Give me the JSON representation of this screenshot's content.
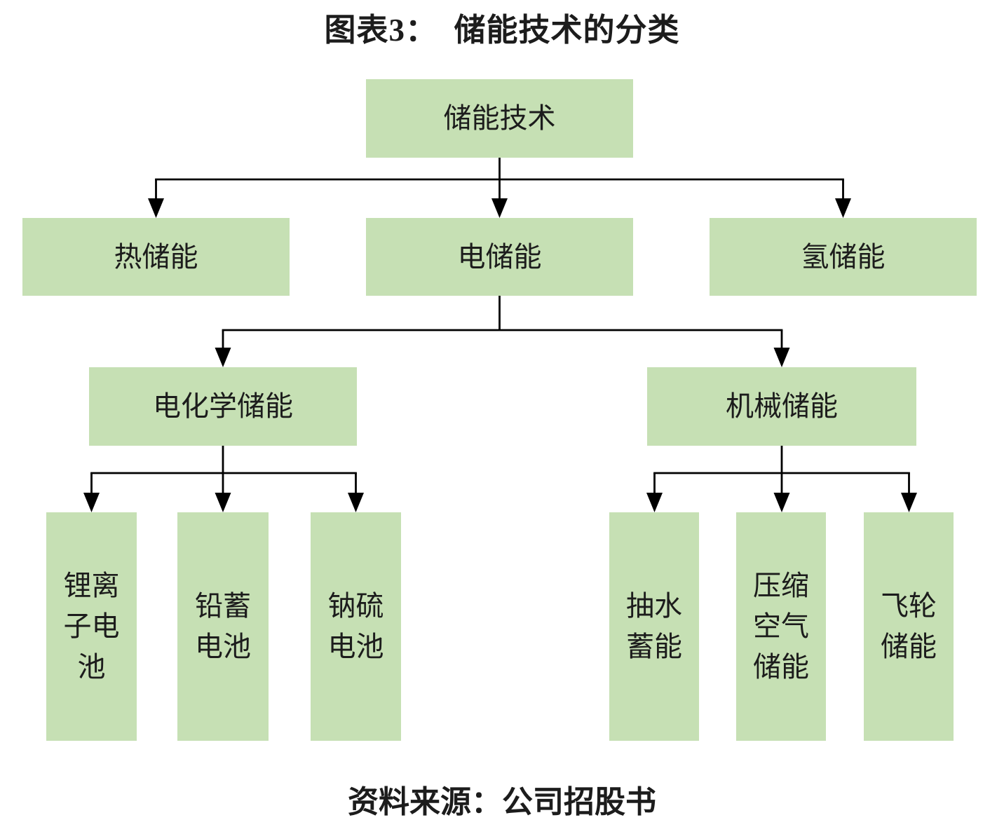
{
  "title": "图表3：　储能技术的分类",
  "source": "资料来源：公司招股书",
  "colors": {
    "box_fill": "#c6e0b4",
    "line_color": "#000000",
    "text_color": "#1c1c1c"
  },
  "nodes": {
    "root": {
      "label": "储能技术"
    },
    "thermal": {
      "label": "热储能"
    },
    "electrical": {
      "label": "电储能"
    },
    "hydrogen": {
      "label": "氢储能"
    },
    "electrochemical": {
      "label": "电化学储能"
    },
    "mechanical": {
      "label": "机械储能"
    },
    "li_ion": {
      "label": "锂离子电池"
    },
    "lead_acid": {
      "label": "铅蓄电池"
    },
    "sodium_sulfur": {
      "label": "钠硫电池"
    },
    "pumped_hydro": {
      "label": "抽水蓄能"
    },
    "compressed_air": {
      "label": "压缩空气储能"
    },
    "flywheel": {
      "label": "飞轮储能"
    }
  },
  "hierarchy": {
    "储能技术": [
      "热储能",
      "电储能",
      "氢储能"
    ],
    "电储能": [
      "电化学储能",
      "机械储能"
    ],
    "电化学储能": [
      "锂离子电池",
      "铅蓄电池",
      "钠硫电池"
    ],
    "机械储能": [
      "抽水蓄能",
      "压缩空气储能",
      "飞轮储能"
    ]
  }
}
